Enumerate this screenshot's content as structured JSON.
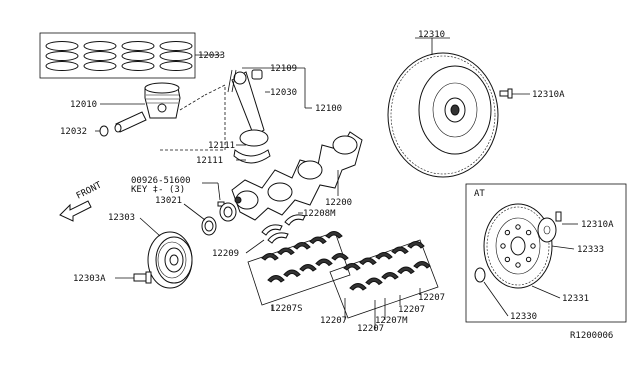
{
  "labels": {
    "p12033": "12033",
    "p12010": "12010",
    "p12032": "12032",
    "p12109": "12109",
    "p12030": "12030",
    "p12100": "12100",
    "p12111a": "12111",
    "p12111b": "12111",
    "p00926": "00926-51600",
    "key": "KEY ‡- (3)",
    "p13021": "13021",
    "p12303": "12303",
    "p12303a": "12303A",
    "p12200": "12200",
    "p12208m": "12208M",
    "p12209": "12209",
    "p12207s": "12207S",
    "p12207a": "12207",
    "p12207b": "12207",
    "p12207m": "12207M",
    "p12207c": "12207",
    "p12207d": "12207",
    "p12310": "12310",
    "p12310a": "12310A",
    "at_title": "AT",
    "p12310a_at": "12310A",
    "p12333": "12333",
    "p12331": "12331",
    "p12330": "12330",
    "front": "FRONT",
    "ref": "R1200006"
  }
}
